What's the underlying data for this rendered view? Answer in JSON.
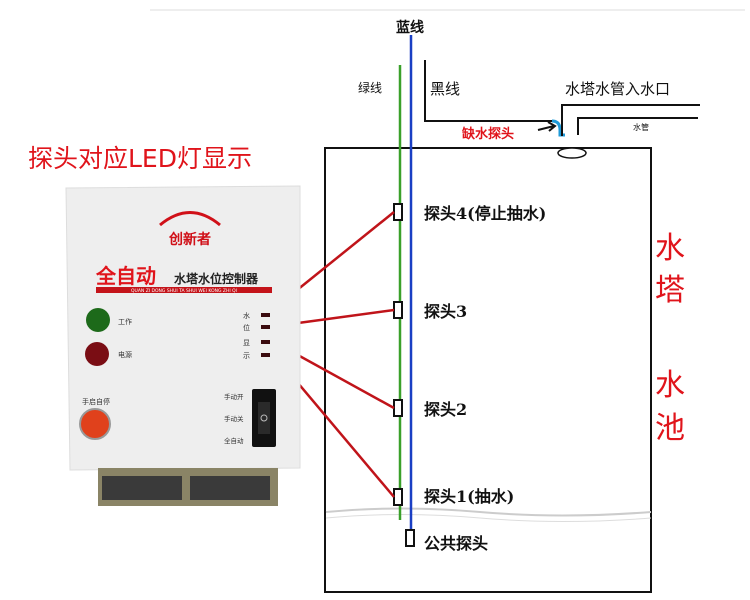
{
  "title": "探头对应LED灯显示",
  "wires": {
    "blue": "蓝线",
    "green": "绿线",
    "black": "黑线"
  },
  "inlet_label": "水塔水管入水口",
  "pipe_label": "水管",
  "low_water_probe": "缺水探头",
  "probes": [
    "探头4(停止抽水)",
    "探头3",
    "探头2",
    "探头1(抽水)"
  ],
  "common_probe": "公共探头",
  "tank_label": [
    "水",
    "塔",
    "水",
    "池"
  ],
  "controller": {
    "brand": "创新者",
    "title_red": "全自动",
    "title_black": "水塔水位控制器",
    "pinyin": "QUAN ZI DONG SHUI TA SHUI WEI KONG ZHI QI",
    "led_labels": [
      "水",
      "位",
      "显",
      "示"
    ],
    "work_light": "工作",
    "power_light": "电源",
    "manual_button": "手启自停",
    "switch_labels": [
      "手动开",
      "手动关",
      "全自动"
    ]
  },
  "colors": {
    "red": "#e0141b",
    "blue": "#1a3fc4",
    "green": "#3aa02a",
    "wire_red": "#c0141a"
  }
}
